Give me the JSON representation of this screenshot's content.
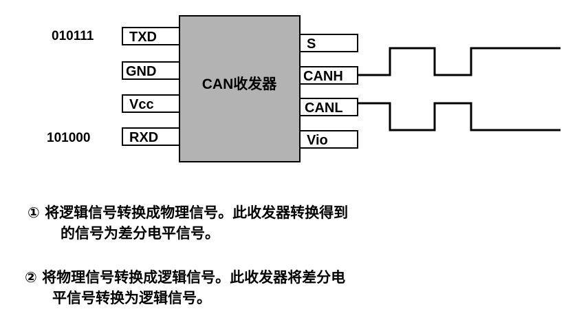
{
  "chip": {
    "label": "CAN收发器"
  },
  "pins": {
    "left": [
      "TXD",
      "GND",
      "Vcc",
      "RXD"
    ],
    "right": [
      "S",
      "CANH",
      "CANL",
      "Vio"
    ]
  },
  "data_values": {
    "txd": "010111",
    "rxd": "101000"
  },
  "descriptions": [
    {
      "line1": "① 将逻辑信号转换成物理信号。此收发器转换得到",
      "line2": "的信号为差分电平信号。"
    },
    {
      "line1": "② 将物理信号转换成逻辑信号。此收发器将差分电",
      "line2": "平信号转换为逻辑信号。"
    }
  ]
}
